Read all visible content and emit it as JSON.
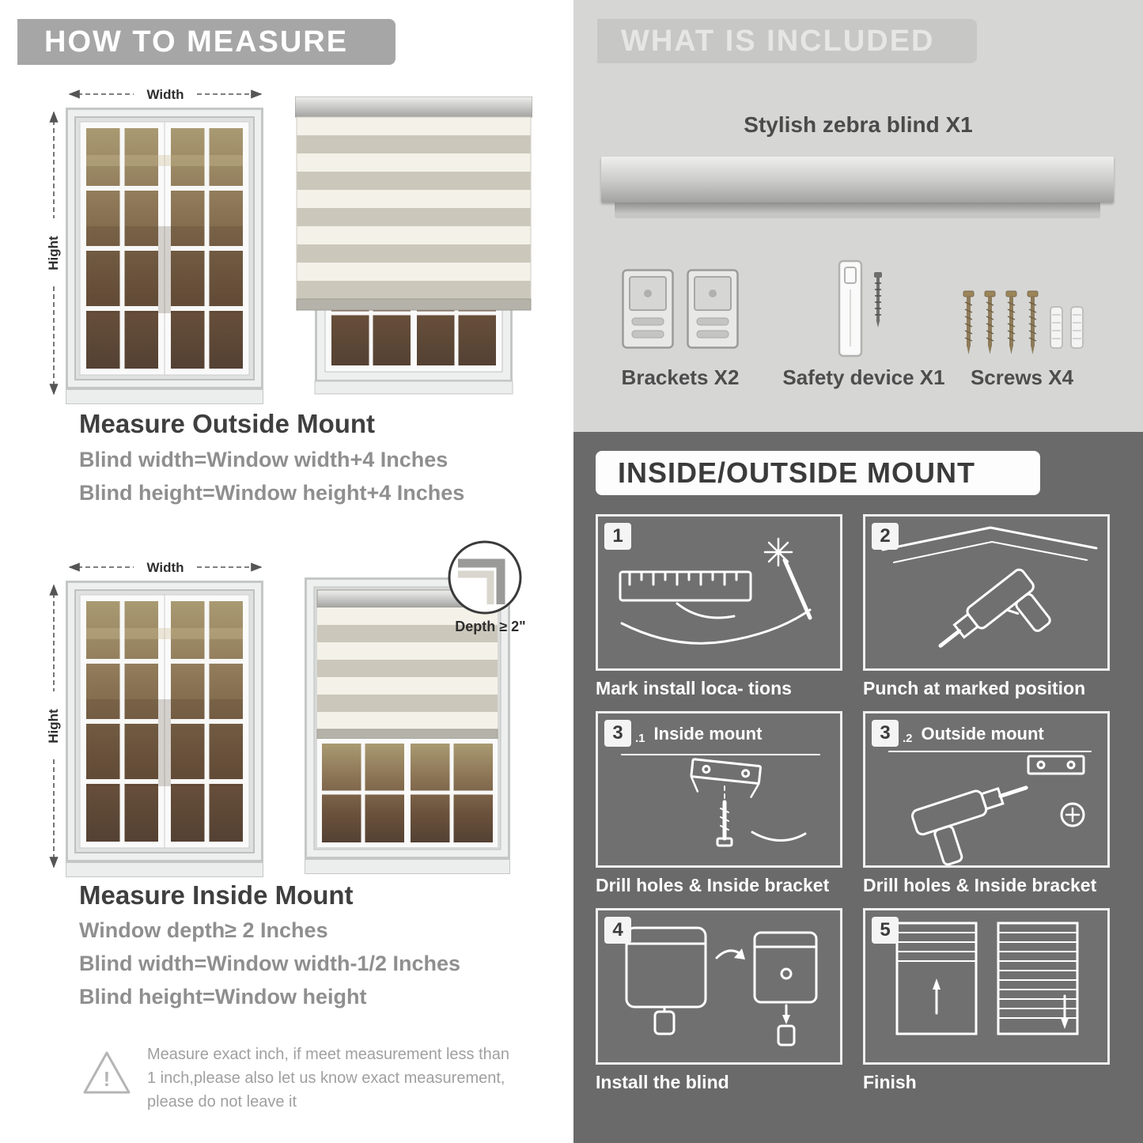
{
  "left": {
    "header": "HOW TO MEASURE",
    "outside": {
      "width_label": "Width",
      "height_label": "Hight",
      "title": "Measure Outside Mount",
      "line1": "Blind width=Window width+4 Inches",
      "line2": "Blind height=Window height+4 Inches"
    },
    "inside": {
      "width_label": "Width",
      "height_label": "Hight",
      "depth_label": "Depth ≥ 2\"",
      "title": "Measure Inside Mount",
      "line1": "Window depth≥ 2 Inches",
      "line2": "Blind width=Window width-1/2 Inches",
      "line3": "Blind height=Window height"
    },
    "warning": {
      "icon": "!",
      "text": "Measure exact inch, if meet measurement less than 1 inch,please also let us know exact measurement, please do not leave it"
    }
  },
  "included": {
    "header": "WHAT IS INCLUDED",
    "product": "Stylish zebra blind X1",
    "items": [
      {
        "label": "Brackets X2"
      },
      {
        "label": "Safety device X1"
      },
      {
        "label": "Screws X4"
      }
    ]
  },
  "mount": {
    "header": "INSIDE/OUTSIDE MOUNT",
    "steps": [
      {
        "num": "1",
        "sub": "",
        "title": "",
        "caption": "Mark install loca- tions"
      },
      {
        "num": "2",
        "sub": "",
        "title": "",
        "caption": "Punch at marked position"
      },
      {
        "num": "3",
        "sub": ".1",
        "title": "Inside mount",
        "caption": "Drill holes & Inside bracket"
      },
      {
        "num": "3",
        "sub": ".2",
        "title": "Outside mount",
        "caption": "Drill holes & Inside bracket"
      },
      {
        "num": "4",
        "sub": "",
        "title": "",
        "caption": "Install the blind"
      },
      {
        "num": "5",
        "sub": "",
        "title": "",
        "caption": "Finish"
      }
    ]
  },
  "colors": {
    "left_header_bg": "#a6a6a6",
    "included_bg": "#d6d6d5",
    "included_header_bg": "#c7c7c6",
    "dark_panel_bg": "#6a6a6a",
    "heading_text": "#3f3f3f",
    "muted_text": "#8f8f8f",
    "stripe_sheer": "#f4f1e9",
    "stripe_solid": "#cbc7bb"
  }
}
